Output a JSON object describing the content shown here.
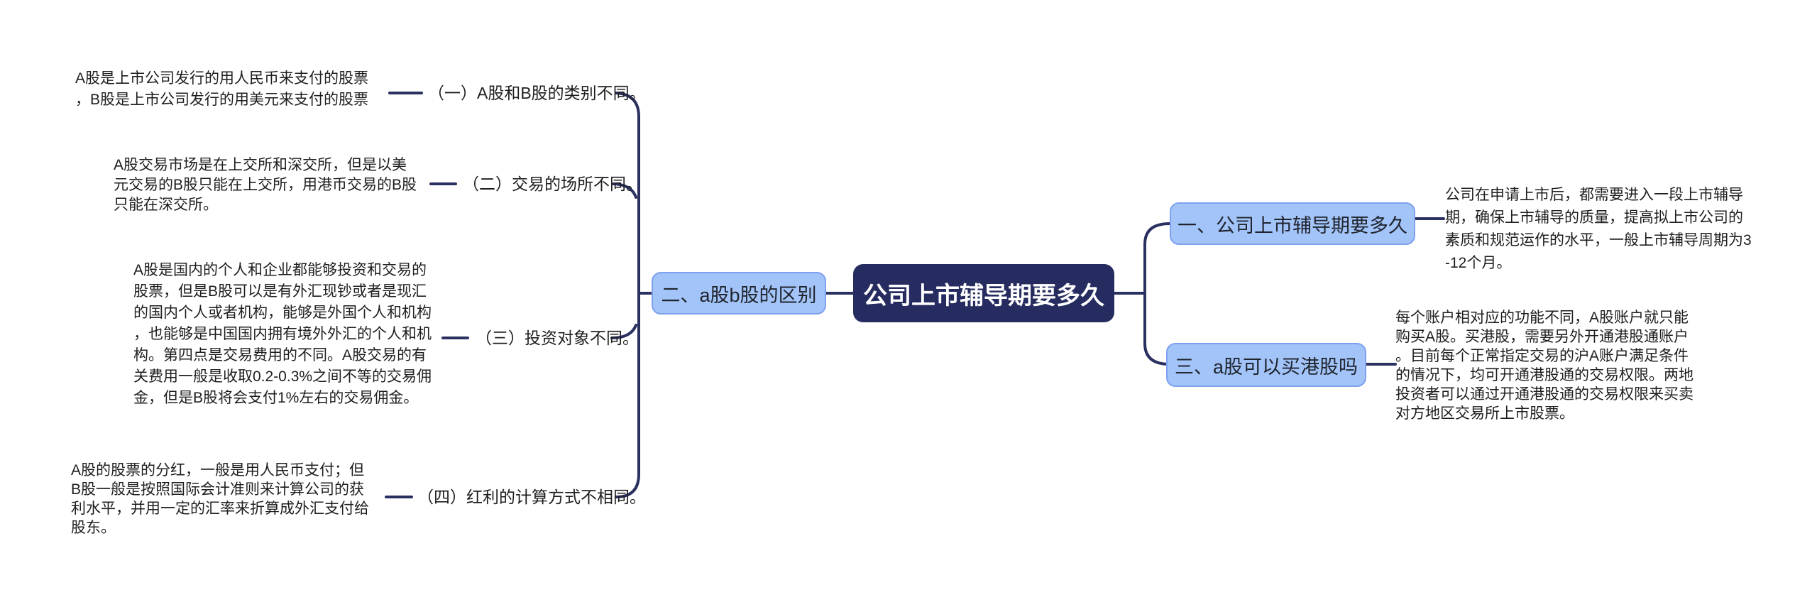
{
  "canvas": {
    "background": "#ffffff",
    "line_color": "#2a3060",
    "navy_color": "#262c5f",
    "lightblue_color": "#a2c4f8",
    "node_border_color": "#7fa0ef"
  },
  "center": {
    "label": "公司上市辅导期要多久"
  },
  "left_branch": {
    "node_label": "二、a股b股的区别",
    "children": [
      {
        "label": "（一）A股和B股的类别不同。",
        "note": "A股是上市公司发行的用人民币来支付的股票，B股是上市公司发行的用美元来支付的股票"
      },
      {
        "label": "（二）交易的场所不同。",
        "note": "A股交易市场是在上交所和深交所，但是以美元交易的B股只能在上交所，用港币交易的B股只能在深交所。"
      },
      {
        "label": "（三）投资对象不同。",
        "note": "A股是国内的个人和企业都能够投资和交易的股票，但是B股可以是有外汇现钞或者是现汇的国内个人或者机构，能够是外国个人和机构，也能够是中国国内拥有境外外汇的个人和机构。第四点是交易费用的不同。A股交易的有关费用一般是收取0.2-0.3%之间不等的交易佣金，但是B股将会支付1%左右的交易佣金。"
      },
      {
        "label": "（四）红利的计算方式不相同。",
        "note": "A股的股票的分红，一般是用人民币支付；但B股一般是按照国际会计准则来计算公司的获利水平，并用一定的汇率来折算成外汇支付给股东。"
      }
    ]
  },
  "right_branches": [
    {
      "label": "一、公司上市辅导期要多久",
      "note": "公司在申请上市后，都需要进入一段上市辅导期，确保上市辅导的质量，提高拟上市公司的素质和规范运作的水平，一般上市辅导周期为3-12个月。"
    },
    {
      "label": "三、a股可以买港股吗",
      "note": "每个账户相对应的功能不同，A股账户就只能购买A股。买港股，需要另外开通港股通账户。目前每个正常指定交易的沪A账户满足条件的情况下，均可开通港股通的交易权限。两地投资者可以通过开通港股通的交易权限来买卖对方地区交易所上市股票。"
    }
  ]
}
